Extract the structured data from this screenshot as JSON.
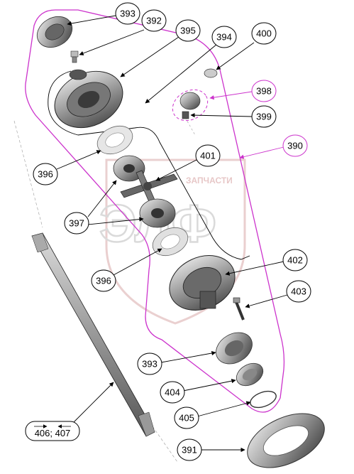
{
  "watermark": {
    "brand_big": "ЭЛФ",
    "brand_small": "ЗАПЧАСТИ"
  },
  "callouts": {
    "c393a": "393",
    "c392": "392",
    "c395": "395",
    "c394": "394",
    "c400": "400",
    "c398": "398",
    "c399": "399",
    "c390": "390",
    "c401": "401",
    "c396a": "396",
    "c397": "397",
    "c396b": "396",
    "c402": "402",
    "c403": "403",
    "c393b": "393",
    "c404": "404",
    "c405": "405",
    "c406": "406; 407",
    "c391": "391"
  },
  "colors": {
    "assembly_outline": "#cc33cc",
    "part_group_outline": "#000000",
    "watermark_red": "#e3b3b3",
    "part_dark": "#444444",
    "part_mid": "#8a8a8a",
    "part_light": "#cfcfcf"
  }
}
